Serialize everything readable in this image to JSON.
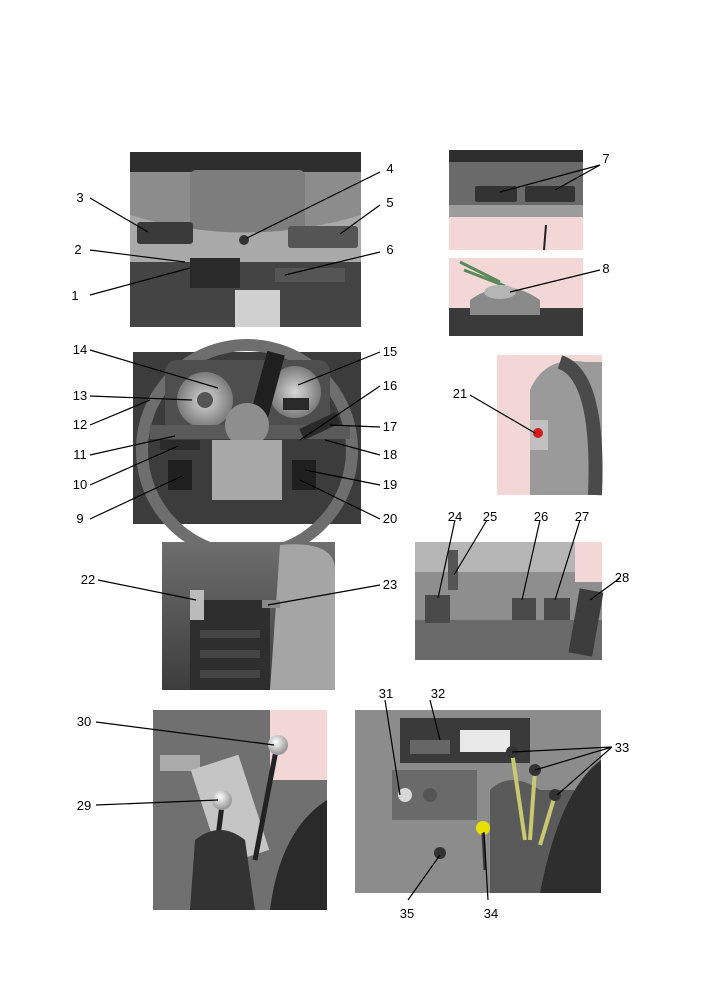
{
  "labels": [
    "1",
    "2",
    "3",
    "4",
    "5",
    "6",
    "7",
    "8",
    "9",
    "10",
    "11",
    "12",
    "13",
    "14",
    "15",
    "16",
    "17",
    "18",
    "19",
    "20",
    "21",
    "22",
    "23",
    "24",
    "25",
    "26",
    "27",
    "28",
    "29",
    "30",
    "31",
    "32",
    "33",
    "34",
    "35"
  ],
  "colors": {
    "photo_gray": "#9a9a9a",
    "photo_dark": "#3a3a3a",
    "photo_light": "#c8c8c8",
    "pink_background": "#f3d6d6",
    "red_button": "#d21c1c",
    "yellow_knob": "#e8e000"
  }
}
